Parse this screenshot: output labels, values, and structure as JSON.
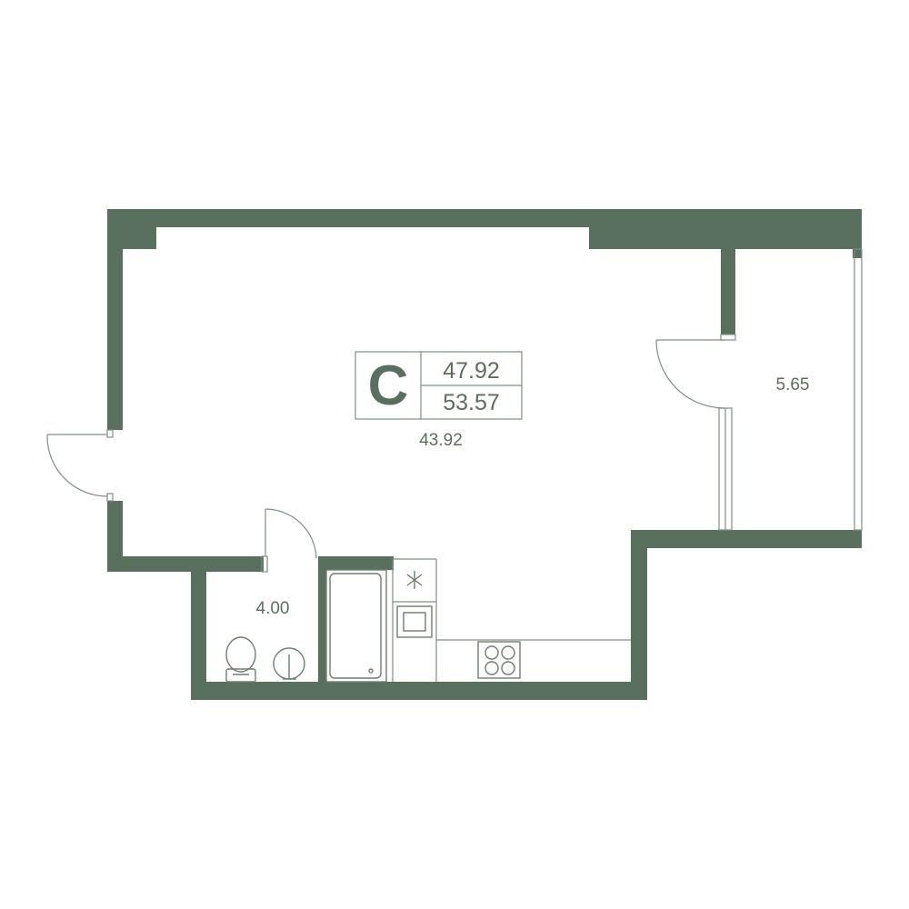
{
  "colors": {
    "wall": "#58705d",
    "line": "#7d8f80",
    "fixture": "#6b7f6e",
    "text": "#5b6f5e"
  },
  "apartment": {
    "type_letter": "C",
    "living_area": "47.92",
    "total_area": "53.57"
  },
  "rooms": {
    "main_room_area": "43.92",
    "bathroom_area": "4.00",
    "balcony_area": "5.65"
  }
}
